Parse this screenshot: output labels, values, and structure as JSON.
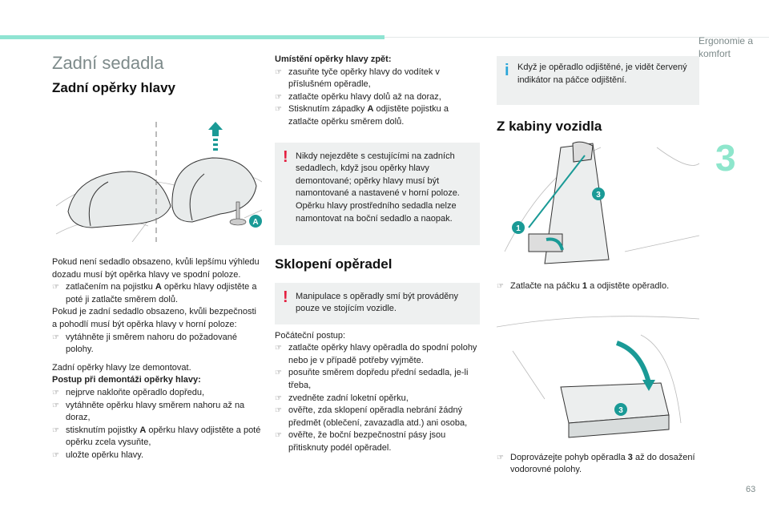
{
  "header": {
    "section": "Ergonomie a komfort",
    "chapter": "3",
    "page": "63"
  },
  "left": {
    "title": "Zadní sedadla",
    "heading": "Zadní opěrky hlavy",
    "figure_label": "A",
    "p1": "Pokud není sedadlo obsazeno, kvůli lepšímu výhledu dozadu musí být opěrka hlavy ve spodní poloze.",
    "b1_pre": "zatlačením na pojistku ",
    "b1_bold": "A",
    "b1_post": " opěrku hlavy odjistěte a poté ji zatlačte směrem dolů.",
    "p2": "Pokud je zadní sedadlo obsazeno, kvůli bezpečnosti a pohodlí musí být opěrka hlavy v horní poloze:",
    "b2": "vytáhněte ji směrem nahoru do požadované polohy.",
    "p3": "Zadní opěrky hlavy lze demontovat.",
    "p4": "Postup při demontáži opěrky hlavy:",
    "b3": "nejprve nakloňte opěradlo dopředu,",
    "b4": "vytáhněte opěrku hlavy směrem nahoru až na doraz,",
    "b5_pre": "stisknutím pojistky ",
    "b5_bold": "A",
    "b5_post": " opěrku hlavy odjistěte a poté opěrku zcela vysuňte,",
    "b6": "uložte opěrku hlavy."
  },
  "middle": {
    "h1": "Umístění opěrky hlavy zpět:",
    "b1": "zasuňte tyče opěrky hlavy do vodítek v příslušném opěradle,",
    "b2": "zatlačte opěrku hlavy dolů až na doraz,",
    "b3_pre": "Stisknutím západky ",
    "b3_bold": "A",
    "b3_post": " odjistěte pojistku a zatlačte opěrku směrem dolů.",
    "warning1": "Nikdy nejezděte s cestujícími na zadních sedadlech, když jsou opěrky hlavy demontované; opěrky hlavy musí být namontované a nastavené v horní poloze. Opěrku hlavy prostředního sedadla nelze namontovat na boční sedadlo a naopak.",
    "heading": "Sklopení opěradel",
    "warning2": "Manipulace s opěradly smí být prováděny pouze ve stojícím vozidle.",
    "p1": "Počáteční postup:",
    "c1": "zatlačte opěrky hlavy opěradla do spodní polohy nebo je v případě potřeby vyjměte.",
    "c2": "posuňte směrem dopředu přední sedadla, je-li třeba,",
    "c3": "zvedněte zadní loketní opěrku,",
    "c4": "ověřte, zda sklopení opěradla nebrání žádný předmět (oblečení, zavazadla atd.) ani osoba,",
    "c5": "ověřte, že boční bezpečnostní pásy jsou přitisknuty podél opěradel."
  },
  "right": {
    "info": "Když je opěradlo odjištěné, je vidět červený indikátor na páčce odjištění.",
    "heading": "Z kabiny vozidla",
    "fig1_labels": [
      "1",
      "3"
    ],
    "s1_pre": "Zatlačte na páčku ",
    "s1_bold": "1",
    "s1_post": " a odjistěte opěradlo.",
    "fig2_label": "3",
    "s2_pre": "Doprovázejte pohyb opěradla ",
    "s2_bold": "3",
    "s2_post": " až do dosažení vodorovné polohy."
  },
  "icons": {
    "bullet": "pointing-hand-icon",
    "warning": "exclamation-icon",
    "info": "info-icon"
  },
  "colors": {
    "accent": "#8fe4d2",
    "teal": "#1a9a96",
    "warning": "#e41e3f",
    "info": "#2aa6d8",
    "box": "#eef0f0"
  }
}
